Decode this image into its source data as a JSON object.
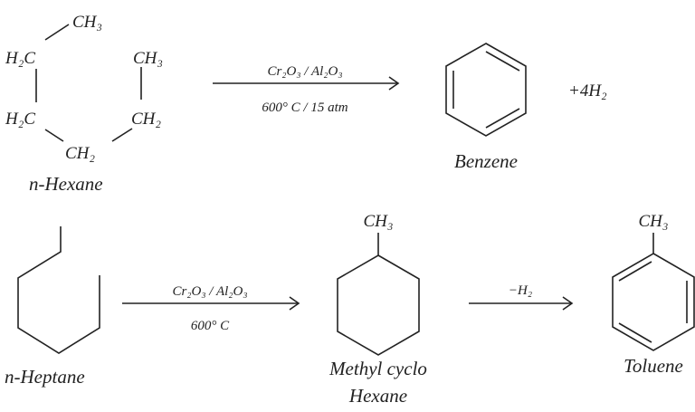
{
  "reaction1": {
    "reactant": {
      "name": "n-Hexane",
      "groups": [
        "CH₃",
        "H₂C",
        "CH₃",
        "H₂C",
        "CH₂",
        "CH₂"
      ]
    },
    "catalyst": "Cr₂O₃ / Al₂O₃",
    "conditions": "600° C / 15 atm",
    "product": {
      "name": "Benzene"
    },
    "byproduct": "+4H₂"
  },
  "reaction2": {
    "reactant": {
      "name": "n-Heptane"
    },
    "catalyst": "Cr₂O₃ / Al₂O₃",
    "conditions": "600° C",
    "intermediate": {
      "substituent": "CH₃",
      "name_line1": "Methyl cyclo",
      "name_line2": "Hexane"
    },
    "step2_label": "−H₂",
    "product": {
      "substituent": "CH₃",
      "name": "Toluene"
    }
  },
  "colors": {
    "ink": "#222222",
    "background": "#ffffff"
  }
}
